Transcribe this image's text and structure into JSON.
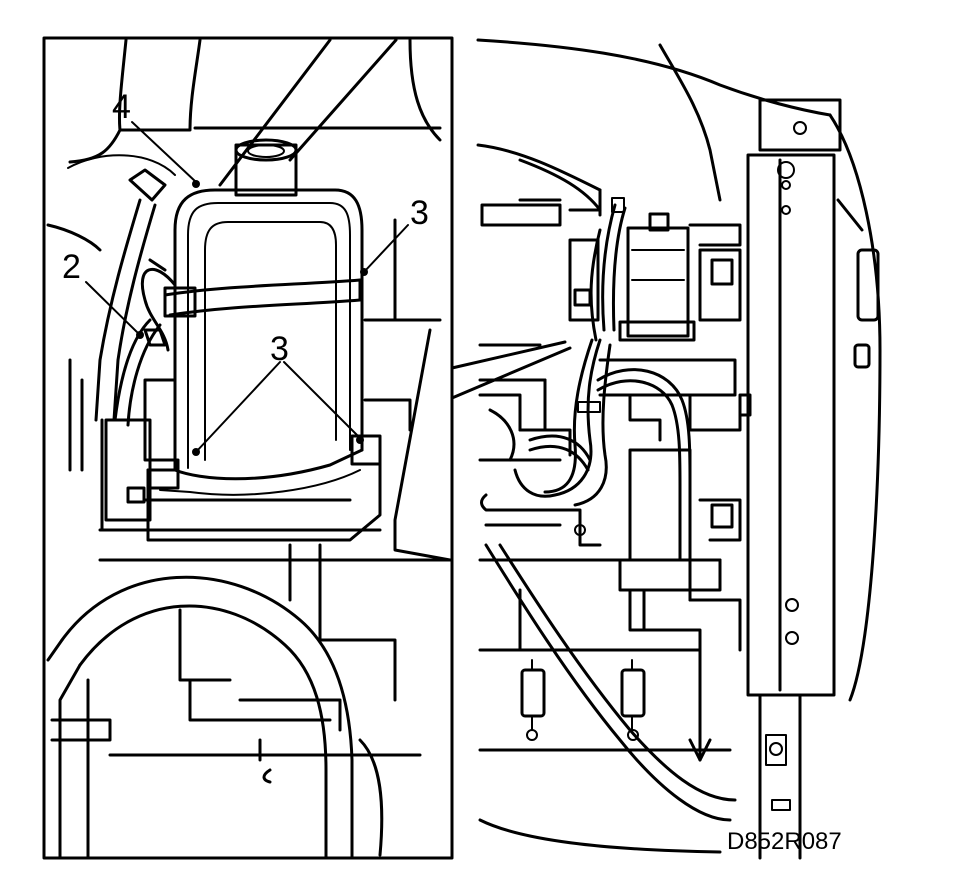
{
  "callouts": {
    "label_4": "4",
    "label_2": "2",
    "label_3_top": "3",
    "label_3_mid": "3"
  },
  "figure_code": "D852R087",
  "colors": {
    "ink": "#000000",
    "paper": "#ffffff"
  }
}
